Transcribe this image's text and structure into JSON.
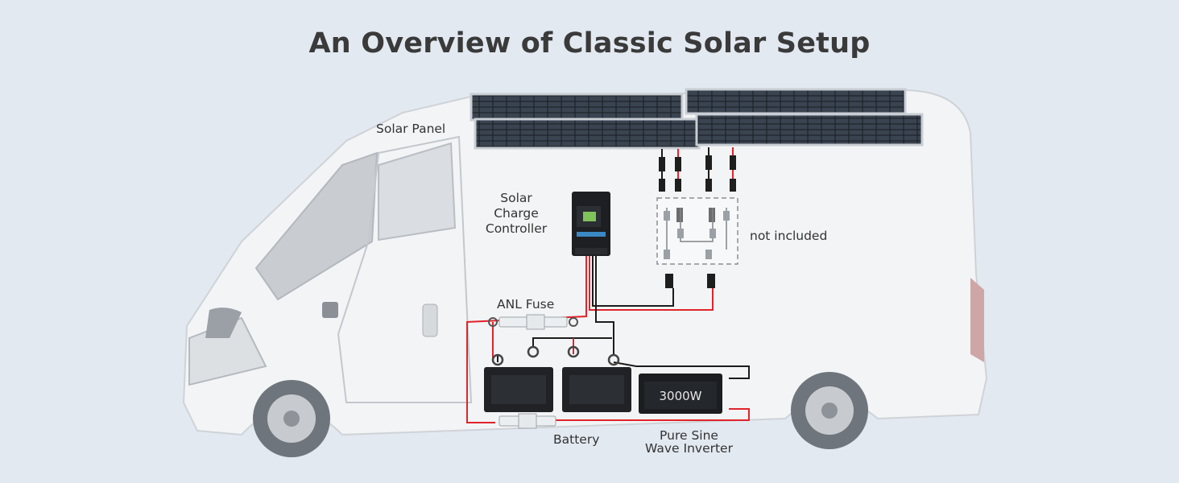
{
  "title": "An Overview of Classic Solar Setup",
  "labels": {
    "solar_panel": "Solar Panel",
    "charge_controller_line1": "Solar",
    "charge_controller_line2": "Charge",
    "charge_controller_line3": "Controller",
    "not_included": "not included",
    "anl_fuse": "ANL Fuse",
    "battery": "Battery",
    "inverter_line1": "Pure Sine",
    "inverter_line2": "Wave Inverter"
  },
  "inverter": {
    "rating": "3000W"
  },
  "colors": {
    "background": "#e3e9f1",
    "positive_wire": "#e0242b",
    "negative_wire": "#1c1c1c",
    "van_body": "#f2f3f4"
  }
}
